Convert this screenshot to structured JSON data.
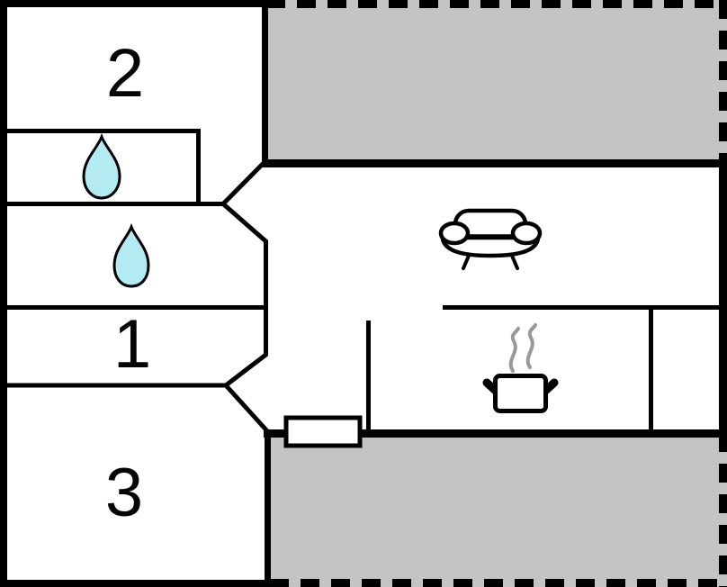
{
  "plan": {
    "type": "holiday-home floor plan",
    "rooms": [
      {
        "name": "room-2",
        "label": "2"
      },
      {
        "name": "room-1",
        "label": "1"
      },
      {
        "name": "room-3",
        "label": "3"
      }
    ],
    "icons": [
      {
        "name": "water-drop-icon-top"
      },
      {
        "name": "water-drop-icon-middle"
      },
      {
        "name": "sofa-icon"
      },
      {
        "name": "cooking-pot-icon"
      },
      {
        "name": "steam-icon"
      },
      {
        "name": "door-icon"
      }
    ],
    "colors": {
      "terrace_fill": "#c4c4c4",
      "water_drop_fill": "#b2ecf2",
      "wall": "#000000",
      "steam": "#999999",
      "background": "#ffffff"
    }
  }
}
